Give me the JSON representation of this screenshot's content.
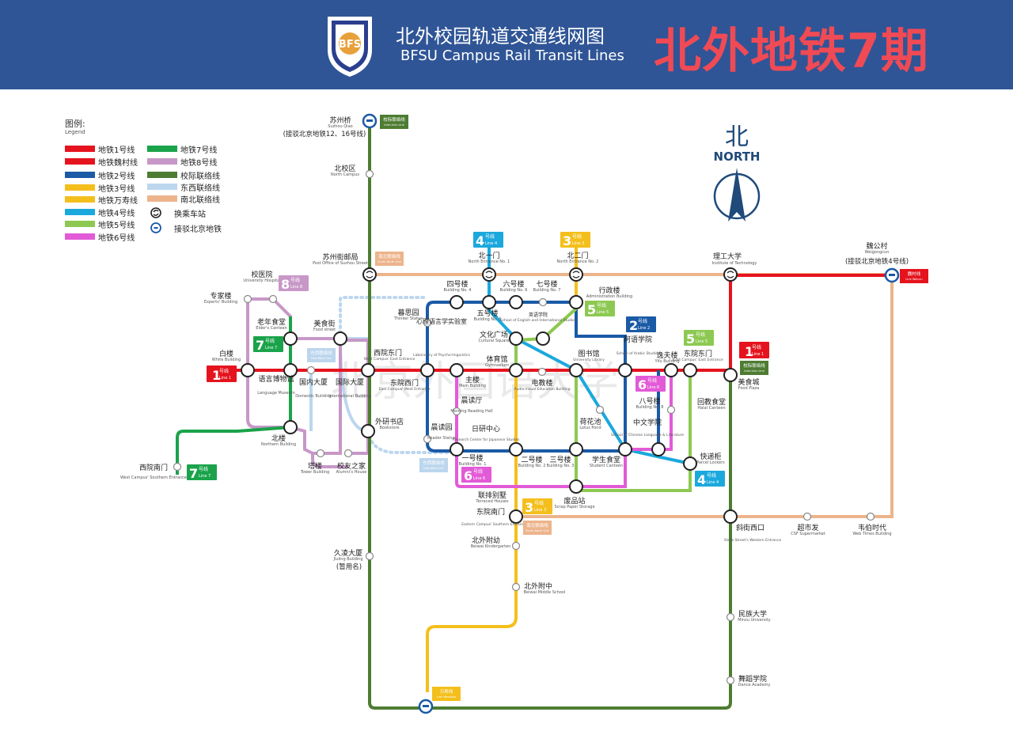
{
  "header": {
    "logo_text": "BFS",
    "title_cn": "北外校园轨道交通线网图",
    "title_en": "BFSU Campus Rail Transit Lines",
    "edition": "北外地铁7期",
    "colors": {
      "background": "#2f5596",
      "edition": "#f04a55"
    }
  },
  "legend": {
    "title": "图例:",
    "subtitle": "Legend",
    "lines": [
      {
        "label": "地铁1号线",
        "color": "#e5131d"
      },
      {
        "label": "地铁魏村线",
        "color": "#e5131d"
      },
      {
        "label": "地铁2号线",
        "color": "#1a5aa6"
      },
      {
        "label": "地铁3号线",
        "color": "#f4bf1c"
      },
      {
        "label": "地铁万寿线",
        "color": "#f4bf1c"
      },
      {
        "label": "地铁4号线",
        "color": "#1ba8dd"
      },
      {
        "label": "地铁5号线",
        "color": "#8dc952"
      },
      {
        "label": "地铁6号线",
        "color": "#e35ad7"
      },
      {
        "label": "地铁7号线",
        "color": "#1aa34a"
      },
      {
        "label": "地铁8号线",
        "color": "#c798c7"
      },
      {
        "label": "校际联络线",
        "color": "#4d7c32"
      },
      {
        "label": "东西联络线",
        "color": "#bcd6ee"
      },
      {
        "label": "南北联络线",
        "color": "#edb48c"
      }
    ],
    "transfer_label": "换乘车站",
    "subway_label": "接驳北京地铁"
  },
  "compass": {
    "cn": "北",
    "en": "NORTH"
  },
  "watermark": "北京外国语大学",
  "line_badges": [
    {
      "num": "1",
      "cn": "号线",
      "en": "Line 1",
      "color": "#e5131d"
    },
    {
      "num": "1",
      "cn": "号线",
      "en": "Line 1",
      "color": "#e5131d"
    },
    {
      "num": "2",
      "cn": "号线",
      "en": "Line 2",
      "color": "#1a5aa6"
    },
    {
      "num": "3",
      "cn": "号线",
      "en": "Line 3",
      "color": "#f4bf1c"
    },
    {
      "num": "3",
      "cn": "号线",
      "en": "Line 3",
      "color": "#f4bf1c"
    },
    {
      "num": "4",
      "cn": "号线",
      "en": "Line 4",
      "color": "#1ba8dd"
    },
    {
      "num": "4",
      "cn": "号线",
      "en": "Line 4",
      "color": "#1ba8dd"
    },
    {
      "num": "5",
      "cn": "号线",
      "en": "Line 5",
      "color": "#8dc952"
    },
    {
      "num": "5",
      "cn": "号线",
      "en": "Line 5",
      "color": "#8dc952"
    },
    {
      "num": "6",
      "cn": "号线",
      "en": "Line 6",
      "color": "#e35ad7"
    },
    {
      "num": "6",
      "cn": "号线",
      "en": "Line 6",
      "color": "#e35ad7"
    },
    {
      "num": "7",
      "cn": "号线",
      "en": "Line 7",
      "color": "#1aa34a"
    },
    {
      "num": "7",
      "cn": "号线",
      "en": "Line 7",
      "color": "#1aa34a"
    },
    {
      "num": "8",
      "cn": "号线",
      "en": "Line 8",
      "color": "#c798c7"
    }
  ],
  "tag_badges": [
    {
      "cn": "校际联络线",
      "en": "Inter-Univ Line",
      "color": "#4d7c32"
    },
    {
      "cn": "校际联络线",
      "en": "Inter-Univ Line",
      "color": "#4d7c32"
    },
    {
      "cn": "魏村线",
      "en": "Line Weicun",
      "color": "#e5131d"
    },
    {
      "cn": "南北联络线",
      "en": "South-North Line",
      "color": "#edb48c"
    },
    {
      "cn": "南北联络线",
      "en": "South-North Line",
      "color": "#edb48c"
    },
    {
      "cn": "东西联络线",
      "en": "East-West Line",
      "color": "#bcd6ee"
    },
    {
      "cn": "东西联络线",
      "en": "East-West Line",
      "color": "#bcd6ee"
    },
    {
      "cn": "万寿线",
      "en": "Line Wanshou",
      "color": "#f4bf1c"
    }
  ],
  "stations": [
    {
      "cn": "苏州桥",
      "en": "Suzhou Qiao"
    },
    {
      "cn": "(接驳北京地铁12、16号线)",
      "en": ""
    },
    {
      "cn": "北校区",
      "en": "North Campus"
    },
    {
      "cn": "苏州街邮局",
      "en": "Post Office of Suzhou Street"
    },
    {
      "cn": "北一门",
      "en": "North Entrance No. 1"
    },
    {
      "cn": "北二门",
      "en": "North Entrance No. 2"
    },
    {
      "cn": "理工大学",
      "en": "Institute of Technology"
    },
    {
      "cn": "魏公村",
      "en": "Weigongcun"
    },
    {
      "cn": "(接驳北京地铁4号线)",
      "en": ""
    },
    {
      "cn": "校医院",
      "en": "University Hospital"
    },
    {
      "cn": "专家楼",
      "en": "Experts' Building"
    },
    {
      "cn": "四号楼",
      "en": "Building No. 4"
    },
    {
      "cn": "六号楼",
      "en": "Building No. 6"
    },
    {
      "cn": "七号楼",
      "en": "Building No. 7"
    },
    {
      "cn": "行政楼",
      "en": "Administration Building"
    },
    {
      "cn": "暮思园",
      "en": "Thinker Statue"
    },
    {
      "cn": "心理语言学实验室",
      "en": "Laboratory of Psycho-linguistics"
    },
    {
      "cn": "五号楼",
      "en": "Building No. 5"
    },
    {
      "cn": "英语学院",
      "en": "School of English and International Studies"
    },
    {
      "cn": "老年食堂",
      "en": "Elder's Canteen"
    },
    {
      "cn": "美食街",
      "en": "Food street"
    },
    {
      "cn": "文化广场",
      "en": "Cultural Square"
    },
    {
      "cn": "阿语学院",
      "en": "School of Arabic Studies"
    },
    {
      "cn": "逸夫楼",
      "en": "Yifu Building"
    },
    {
      "cn": "东院东门",
      "en": "East Campus' East Entrance"
    },
    {
      "cn": "白楼",
      "en": "White Building"
    },
    {
      "cn": "西院东门",
      "en": "West Campus' East Entrance"
    },
    {
      "cn": "体育馆",
      "en": "Gymnasium"
    },
    {
      "cn": "图书馆",
      "en": "University Library"
    },
    {
      "cn": "美食城",
      "en": "Food Plaza"
    },
    {
      "cn": "语言博物馆",
      "en": "Language Museum"
    },
    {
      "cn": "国内大厦",
      "en": "Domestic Building"
    },
    {
      "cn": "国际大厦",
      "en": "International Building"
    },
    {
      "cn": "东院西门",
      "en": "East Campus' West Entrance"
    },
    {
      "cn": "主楼",
      "en": "Main Building"
    },
    {
      "cn": "电教楼",
      "en": "Audio-Visual Education Building"
    },
    {
      "cn": "八号楼",
      "en": "Building No. 8"
    },
    {
      "cn": "回教食堂",
      "en": "Halal Canteen"
    },
    {
      "cn": "晨读厅",
      "en": "Morning Reading Hall"
    },
    {
      "cn": "外研书店",
      "en": "Bookstore"
    },
    {
      "cn": "荷花池",
      "en": "Lotus Pond"
    },
    {
      "cn": "中文学院",
      "en": "School of Chinese Language & Literature"
    },
    {
      "cn": "晨读园",
      "en": "Reader Statue"
    },
    {
      "cn": "日研中心",
      "en": "Research Center for Japanese Studies"
    },
    {
      "cn": "北楼",
      "en": "Northern Building"
    },
    {
      "cn": "西院南门",
      "en": "West Campus' Southern Entrance"
    },
    {
      "cn": "塔楼",
      "en": "Tower Building"
    },
    {
      "cn": "校友之家",
      "en": "Alumni's House"
    },
    {
      "cn": "一号楼",
      "en": "Building No. 1"
    },
    {
      "cn": "二号楼",
      "en": "Building No. 2"
    },
    {
      "cn": "三号楼",
      "en": "Building No. 3"
    },
    {
      "cn": "学生食堂",
      "en": "Student Canteen"
    },
    {
      "cn": "快递柜",
      "en": "Parcel Lockers"
    },
    {
      "cn": "联排别墅",
      "en": "Terraced Houses"
    },
    {
      "cn": "废品站",
      "en": "Scrap Paper Storage"
    },
    {
      "cn": "东院南门",
      "en": "Eastern Campus' Southern Entrance"
    },
    {
      "cn": "斜街西口",
      "en": "Xiejie Street's Western Entrance"
    },
    {
      "cn": "超市发",
      "en": "CSF Supermarket"
    },
    {
      "cn": "韦伯时代",
      "en": "Web Times Building"
    },
    {
      "cn": "北外附幼",
      "en": "Beiwai Kindergarten"
    },
    {
      "cn": "久凌大厦",
      "en": "Jiuling Building"
    },
    {
      "cn": "(暂用名)",
      "en": ""
    },
    {
      "cn": "北外附中",
      "en": "Beiwai Middle School"
    },
    {
      "cn": "民族大学",
      "en": "Minzu University"
    },
    {
      "cn": "舞蹈学院",
      "en": "Dance Academy"
    }
  ]
}
